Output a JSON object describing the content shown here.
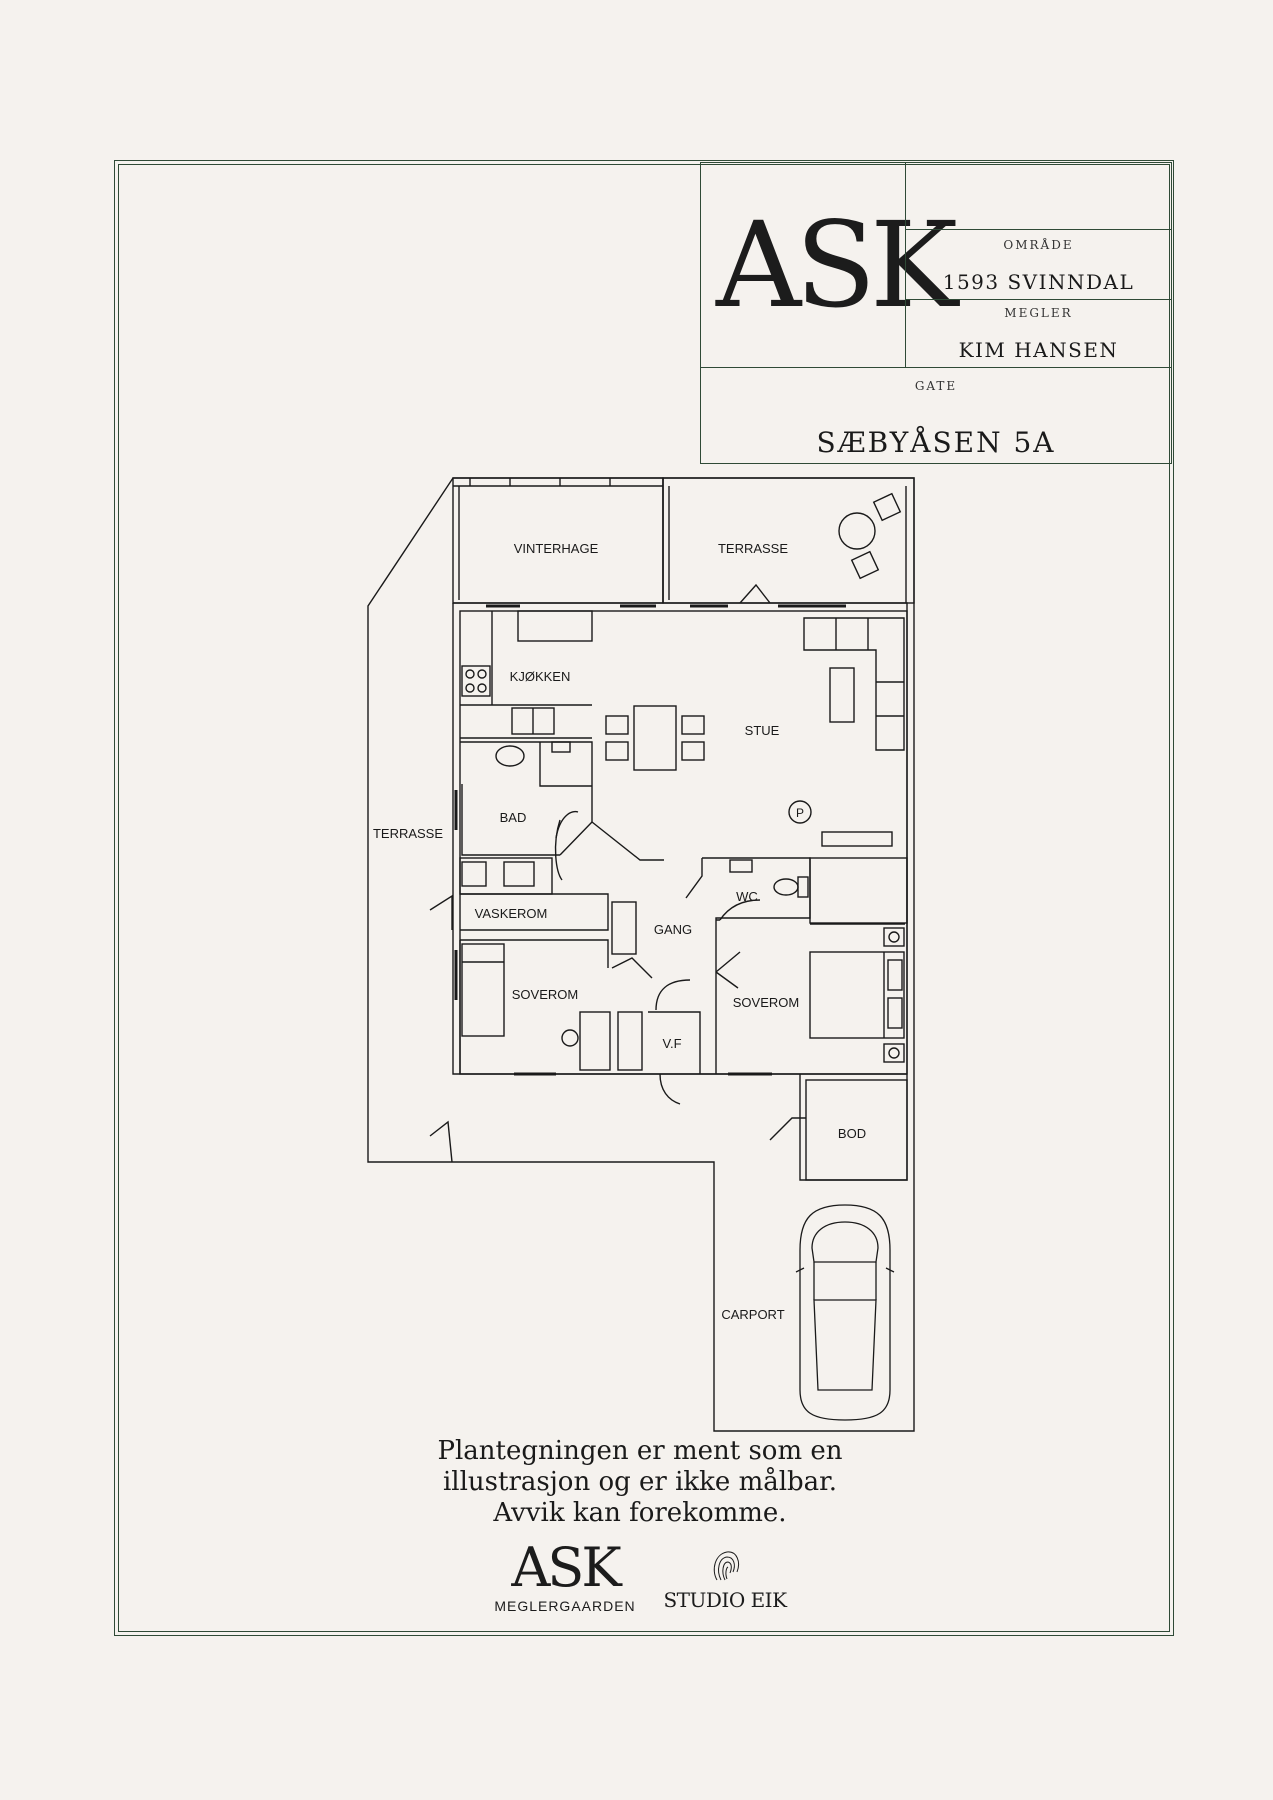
{
  "header": {
    "logo_text": "ASK",
    "omrade_label": "OMRÅDE",
    "omrade_value": "1593 SVINNDAL",
    "megler_label": "MEGLER",
    "megler_value": "KIM HANSEN",
    "gate_label": "GATE",
    "gate_value": "SÆBYÅSEN 5A"
  },
  "rooms": {
    "vinterhage": "VINTERHAGE",
    "terrasse_top": "TERRASSE",
    "kjokken": "KJØKKEN",
    "stue": "STUE",
    "bad": "BAD",
    "terrasse_side": "TERRASSE",
    "vaskerom": "VASKEROM",
    "wc": "WC",
    "gang": "GANG",
    "soverom_left": "SOVEROM",
    "soverom_right": "SOVEROM",
    "vf": "V.F",
    "bod": "BOD",
    "carport": "CARPORT",
    "parking_symbol": "P"
  },
  "disclaimer": {
    "line1": "Plantegningen er ment som en",
    "line2": "illustrasjon og er ikke målbar.",
    "line3": "Avvik kan forekomme."
  },
  "footer": {
    "ask_logo": "ASK",
    "ask_sub": "MEGLERGAARDEN",
    "studio": "STUDIO EIK"
  }
}
